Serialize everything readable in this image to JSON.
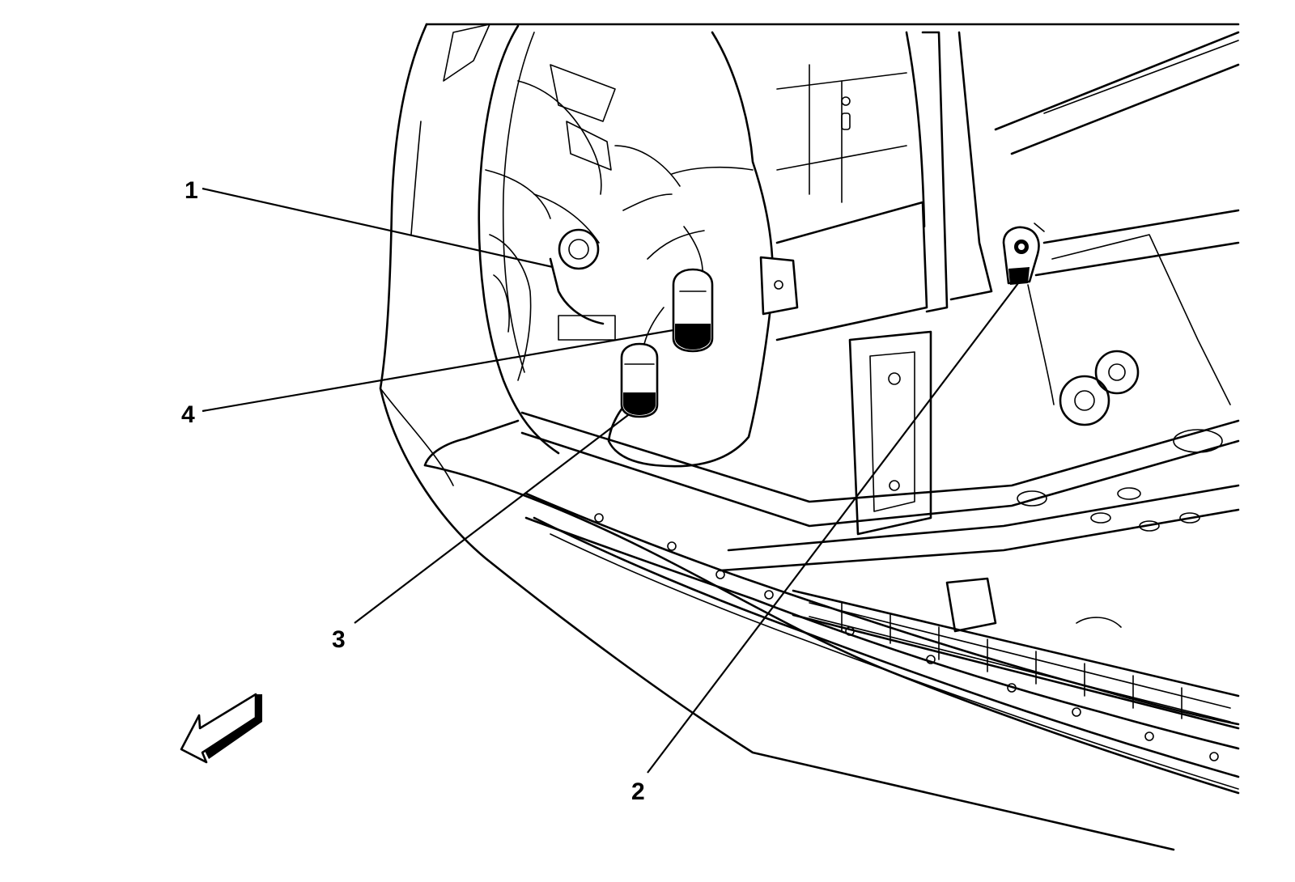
{
  "callouts": [
    {
      "id": "1",
      "label": "1"
    },
    {
      "id": "2",
      "label": "2"
    },
    {
      "id": "3",
      "label": "3"
    },
    {
      "id": "4",
      "label": "4"
    }
  ],
  "icons": {
    "view_direction": "arrow-icon"
  }
}
